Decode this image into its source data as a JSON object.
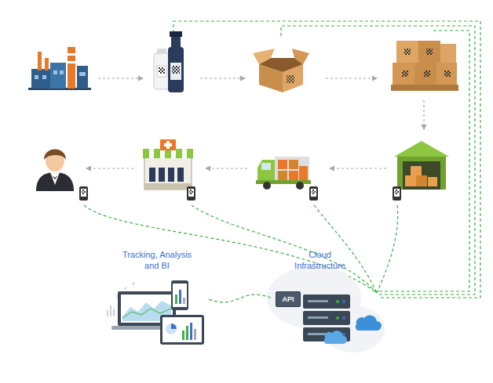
{
  "diagram": {
    "nodes": [
      {
        "text": [
          "Tracking, Analysis and BI"
        ]
      },
      {
        "text": [
          "Cloud Infrastructure"
        ]
      },
      {
        "text": [
          "API"
        ],
        "in": 1
      }
    ],
    "edges": [
      {
        "from": 1,
        "to": 0,
        "arrow": "none"
      }
    ]
  }
}
